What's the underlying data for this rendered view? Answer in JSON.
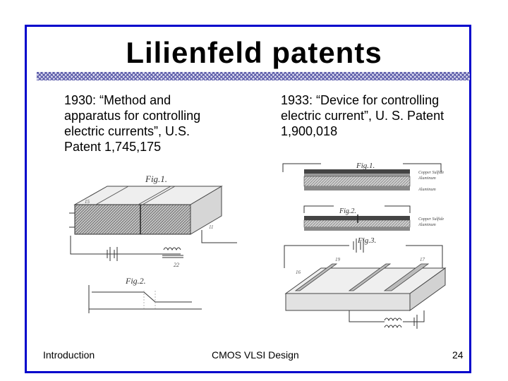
{
  "slide": {
    "title": "Lilienfeld patents",
    "left_text": "1930: “Method and apparatus for controlling electric currents”, U.S. Patent 1,745,175",
    "right_text": "1933: “Device for controlling electric current”, U. S. Patent 1,900,018"
  },
  "footer": {
    "left": "Introduction",
    "center": "CMOS VLSI Design",
    "page_number": "24"
  },
  "figure_labels": {
    "left_fig1": "Fig.1.",
    "left_fig2": "Fig.2.",
    "right_fig1": "Fig.1.",
    "right_fig2": "Fig.2.",
    "right_fig3": "Fig.3."
  },
  "colors": {
    "frame_border": "#0000cc",
    "rule_pattern": "#5a5aa8"
  }
}
